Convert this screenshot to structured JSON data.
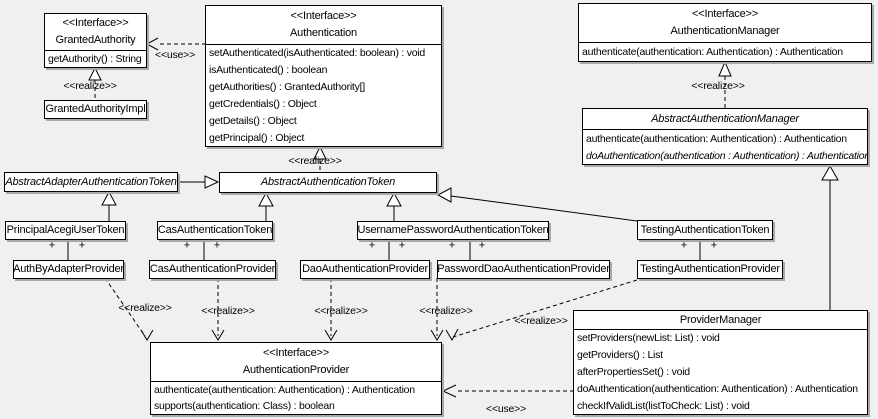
{
  "labels": {
    "use": "<<use>>",
    "realize": "<<realize>>",
    "plus": "+"
  },
  "classes": {
    "granted_authority": {
      "stereotype": "<<Interface>>",
      "name": "GrantedAuthority",
      "methods": [
        "getAuthority() : String"
      ]
    },
    "granted_authority_impl": {
      "name": "GrantedAuthorityImpl"
    },
    "authentication": {
      "stereotype": "<<Interface>>",
      "name": "Authentication",
      "methods": [
        "setAuthenticated(isAuthenticated: boolean) : void",
        "isAuthenticated() : boolean",
        "getAuthorities() : GrantedAuthority[]",
        "getCredentials() : Object",
        "getDetails() : Object",
        "getPrincipal() : Object"
      ]
    },
    "authentication_manager": {
      "stereotype": "<<Interface>>",
      "name": "AuthenticationManager",
      "methods": [
        "authenticate(authentication: Authentication) : Authentication"
      ]
    },
    "abstract_authentication_manager": {
      "name": "AbstractAuthenticationManager",
      "abstract": true,
      "methods": [
        "authenticate(authentication: Authentication) : Authentication",
        "doAuthentication(authentication : Authentication) : Authentication"
      ]
    },
    "abstract_adapter_authentication_token": {
      "name": "AbstractAdapterAuthenticationToken",
      "abstract": true
    },
    "abstract_authentication_token": {
      "name": "AbstractAuthenticationToken",
      "abstract": true
    },
    "principal_acegi_user_token": {
      "name": "PrincipalAcegiUserToken"
    },
    "cas_authentication_token": {
      "name": "CasAuthenticationToken"
    },
    "username_password_authentication_token": {
      "name": "UsernamePasswordAuthenticationToken"
    },
    "testing_authentication_token": {
      "name": "TestingAuthenticationToken"
    },
    "auth_by_adapter_provider": {
      "name": "AuthByAdapterProvider"
    },
    "cas_authentication_provider": {
      "name": "CasAuthenticationProvider"
    },
    "dao_authentication_provider": {
      "name": "DaoAuthenticationProvider"
    },
    "password_dao_authentication_provider": {
      "name": "PasswordDaoAuthenticationProvider"
    },
    "testing_authentication_provider": {
      "name": "TestingAuthenticationProvider"
    },
    "authentication_provider": {
      "stereotype": "<<Interface>>",
      "name": "AuthenticationProvider",
      "methods": [
        "authenticate(authentication: Authentication) : Authentication",
        "supports(authentication: Class) : boolean"
      ]
    },
    "provider_manager": {
      "name": "ProviderManager",
      "methods": [
        "setProviders(newList: List) : void",
        "getProviders() : List",
        "afterPropertiesSet() : void",
        "doAuthentication(authentication: Authentication) : Authentication",
        "checkIfValidList(listToCheck: List) : void"
      ]
    }
  },
  "relationships": [
    {
      "type": "use",
      "from": "Authentication",
      "to": "GrantedAuthority",
      "label": "<<use>>"
    },
    {
      "type": "realize",
      "from": "GrantedAuthorityImpl",
      "to": "GrantedAuthority",
      "label": "<<realize>>"
    },
    {
      "type": "realize",
      "from": "AbstractAuthenticationToken",
      "to": "Authentication",
      "label": "<<realize>>"
    },
    {
      "type": "realize",
      "from": "AbstractAuthenticationManager",
      "to": "AuthenticationManager",
      "label": "<<realize>>"
    },
    {
      "type": "generalization",
      "from": "AbstractAdapterAuthenticationToken",
      "to": "AbstractAuthenticationToken"
    },
    {
      "type": "generalization",
      "from": "PrincipalAcegiUserToken",
      "to": "AbstractAdapterAuthenticationToken"
    },
    {
      "type": "generalization",
      "from": "CasAuthenticationToken",
      "to": "AbstractAuthenticationToken"
    },
    {
      "type": "generalization",
      "from": "UsernamePasswordAuthenticationToken",
      "to": "AbstractAuthenticationToken"
    },
    {
      "type": "generalization",
      "from": "TestingAuthenticationToken",
      "to": "AbstractAuthenticationToken"
    },
    {
      "type": "generalization",
      "from": "ProviderManager",
      "to": "AbstractAuthenticationManager"
    },
    {
      "type": "association",
      "from": "PrincipalAcegiUserToken",
      "to": "AuthByAdapterProvider",
      "end_labels": [
        "+",
        "+"
      ]
    },
    {
      "type": "association",
      "from": "CasAuthenticationToken",
      "to": "CasAuthenticationProvider",
      "end_labels": [
        "+",
        "+"
      ]
    },
    {
      "type": "association",
      "from": "UsernamePasswordAuthenticationToken",
      "to": "DaoAuthenticationProvider",
      "end_labels": [
        "+",
        "+"
      ]
    },
    {
      "type": "association",
      "from": "UsernamePasswordAuthenticationToken",
      "to": "PasswordDaoAuthenticationProvider",
      "end_labels": [
        "+",
        "+"
      ]
    },
    {
      "type": "association",
      "from": "TestingAuthenticationToken",
      "to": "TestingAuthenticationProvider",
      "end_labels": [
        "+",
        "+"
      ]
    },
    {
      "type": "realize",
      "from": "AuthByAdapterProvider",
      "to": "AuthenticationProvider",
      "label": "<<realize>>"
    },
    {
      "type": "realize",
      "from": "CasAuthenticationProvider",
      "to": "AuthenticationProvider",
      "label": "<<realize>>"
    },
    {
      "type": "realize",
      "from": "DaoAuthenticationProvider",
      "to": "AuthenticationProvider",
      "label": "<<realize>>"
    },
    {
      "type": "realize",
      "from": "PasswordDaoAuthenticationProvider",
      "to": "AuthenticationProvider",
      "label": "<<realize>>"
    },
    {
      "type": "realize",
      "from": "TestingAuthenticationProvider",
      "to": "AuthenticationProvider",
      "label": "<<realize>>"
    },
    {
      "type": "use",
      "from": "ProviderManager",
      "to": "AuthenticationProvider",
      "label": "<<use>>"
    }
  ],
  "colors": {
    "background": "#f0f0f0",
    "box_fill": "#ffffff",
    "line": "#000000",
    "shadow": "#a9a9a9"
  }
}
